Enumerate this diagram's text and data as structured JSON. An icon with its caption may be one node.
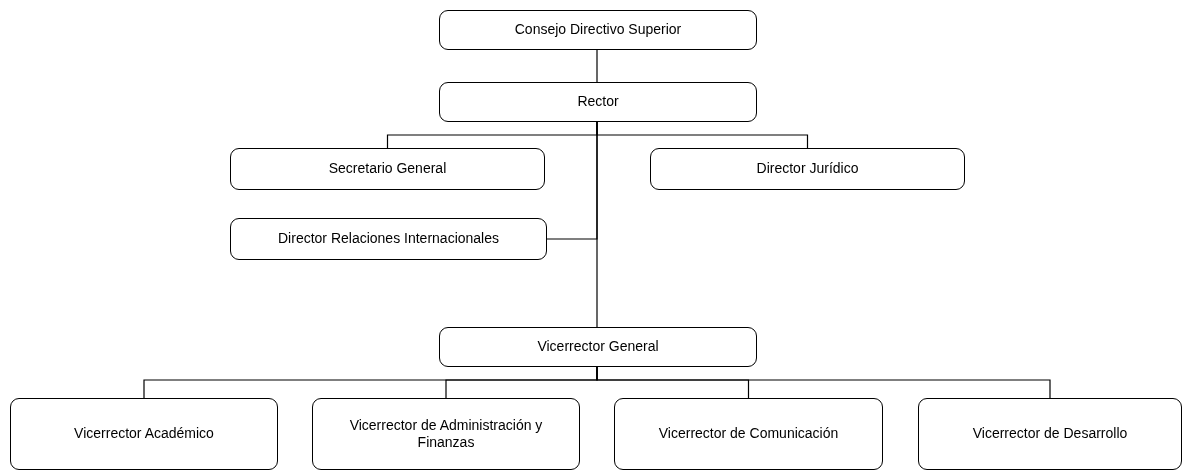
{
  "diagram": {
    "nodes": [
      {
        "text": [
          "Consejo Directivo Superior"
        ]
      },
      {
        "text": [
          "Rector"
        ]
      },
      {
        "text": [
          "Secretario General"
        ]
      },
      {
        "text": [
          "Director Jurídico"
        ]
      },
      {
        "text": [
          "Director Relaciones Internacionales"
        ]
      },
      {
        "text": [
          "Vicerrector General"
        ]
      },
      {
        "text": [
          "Vicerrector Académico"
        ]
      },
      {
        "text": [
          "Vicerrector de Administración y Finanzas"
        ]
      },
      {
        "text": [
          "Vicerrector de Comunicación"
        ]
      },
      {
        "text": [
          "Vicerrector de Desarrollo"
        ]
      }
    ],
    "edges": [
      {
        "from": 0,
        "to": 1,
        "arrow": "none"
      },
      {
        "from": 1,
        "to": 2,
        "arrow": "none"
      },
      {
        "from": 1,
        "to": 3,
        "arrow": "none"
      },
      {
        "from": 1,
        "to": 4,
        "arrow": "none"
      },
      {
        "from": 1,
        "to": 5,
        "arrow": "none"
      },
      {
        "from": 5,
        "to": 6,
        "arrow": "none"
      },
      {
        "from": 5,
        "to": 7,
        "arrow": "none"
      },
      {
        "from": 5,
        "to": 8,
        "arrow": "none"
      },
      {
        "from": 5,
        "to": 9,
        "arrow": "none"
      }
    ]
  }
}
